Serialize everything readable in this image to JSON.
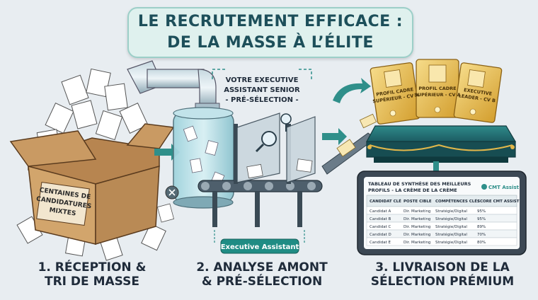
{
  "title": {
    "line1": "LE RECRUTEMENT EFFICACE :",
    "line2": "DE LA MASSE À L’ÉLITE"
  },
  "box_label": [
    "CENTAINES DE",
    "CANDIDATURES",
    "MIXTES"
  ],
  "assistant_caption": [
    "VOTRE EXECUTIVE",
    "ASSISTANT SENIOR",
    "- PRÉ-SÉLECTION -"
  ],
  "assistant_badge": "Executive Assistant",
  "cards": [
    {
      "line1": "PROFIL CADRE",
      "line2": "SUPÉRIEUR - CV A"
    },
    {
      "line1": "PROFIL CADRE",
      "line2": "SUPÉRIEUR - CV A"
    },
    {
      "line1": "EXECUTIVE",
      "line2": "LEADER - CV B"
    }
  ],
  "tablet": {
    "title_line1": "TABLEAU DE SYNTHÈSE DES MEILLEURS",
    "title_line2": "PROFILS - LA CRÈME DE LA CRÈME",
    "brand": "CMT Assist",
    "columns": [
      "CANDIDAT CLÉ",
      "POSTE CIBLE",
      "COMPÉTENCES CLÉS",
      "SCORE CMT ASSIST"
    ],
    "rows": [
      [
        "Candidat A",
        "Dir. Marketing",
        "Stratégie/Digital",
        "95%"
      ],
      [
        "Candidat B",
        "Dir. Marketing",
        "Stratégie/Digital",
        "95%"
      ],
      [
        "Candidat C",
        "Dir. Marketing",
        "Stratégie/Digital",
        "89%"
      ],
      [
        "Candidat D",
        "Dir. Marketing",
        "Stratégie/Digital",
        "70%"
      ],
      [
        "Candidat E",
        "Dir. Marketing",
        "Stratégie/Digital",
        "80%"
      ]
    ]
  },
  "steps": [
    {
      "line1": "1. RÉCEPTION &",
      "line2": "TRI DE MASSE"
    },
    {
      "line1": "2. ANALYSE AMONT",
      "line2": "& PRÉ-SÉLECTION"
    },
    {
      "line1": "3. LIVRAISON DE LA",
      "line2": "SÉLECTION PRÉMIUM"
    }
  ],
  "colors": {
    "teal": "#2f8f8a",
    "gold": "#e2b74a",
    "box": "#c99a63",
    "title_text": "#1d4f5a"
  }
}
